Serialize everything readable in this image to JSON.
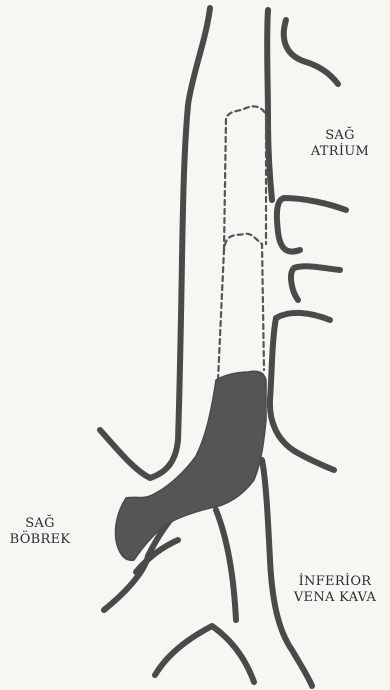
{
  "labels": {
    "right_atrium": {
      "line1": "SAĞ",
      "line2": "ATRİUM"
    },
    "right_kidney": {
      "line1": "SAĞ",
      "line2": "BÖBREK"
    },
    "inferior_vena_cava": {
      "line1": "İNFERİOR",
      "line2": "VENA KAVA"
    }
  },
  "colors": {
    "background": "#f7f6f2",
    "ink": "#4a4a4a",
    "tumor_fill": "#555555",
    "text": "#2b2b2b"
  }
}
